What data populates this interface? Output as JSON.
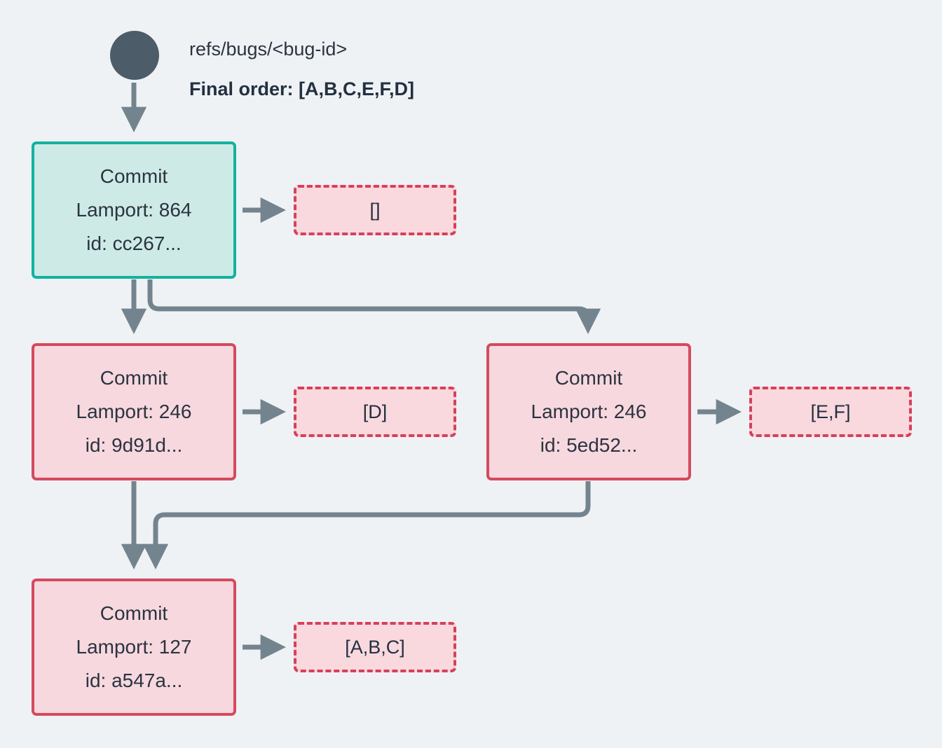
{
  "diagram": {
    "title_ref": "refs/bugs/<bug-id>",
    "final_order": "Final order: [A,B,C,E,F,D]",
    "colors": {
      "background": "#eff2f5",
      "root_node": "#4c5c68",
      "edge": "#74848f",
      "teal_fill": "#cdeae7",
      "teal_border": "#12b2a0",
      "pink_fill": "#f7d8de",
      "crimson_border": "#d44a5e",
      "payload_fill": "#f9d9de",
      "payload_border": "#d6405c",
      "text": "#2b3440"
    },
    "nodes": {
      "commit_a": {
        "kind": "Commit",
        "lamport": "Lamport: 864",
        "id": "id: cc267...",
        "style": "teal"
      },
      "commit_b": {
        "kind": "Commit",
        "lamport": "Lamport: 246",
        "id": "id: 9d91d...",
        "style": "pink"
      },
      "commit_c": {
        "kind": "Commit",
        "lamport": "Lamport: 246",
        "id": "id: 5ed52...",
        "style": "pink"
      },
      "commit_d": {
        "kind": "Commit",
        "lamport": "Lamport: 127",
        "id": "id: a547a...",
        "style": "pink"
      }
    },
    "payloads": {
      "payload_a": "[]",
      "payload_b": "[D]",
      "payload_c": "[E,F]",
      "payload_d": "[A,B,C]"
    }
  }
}
